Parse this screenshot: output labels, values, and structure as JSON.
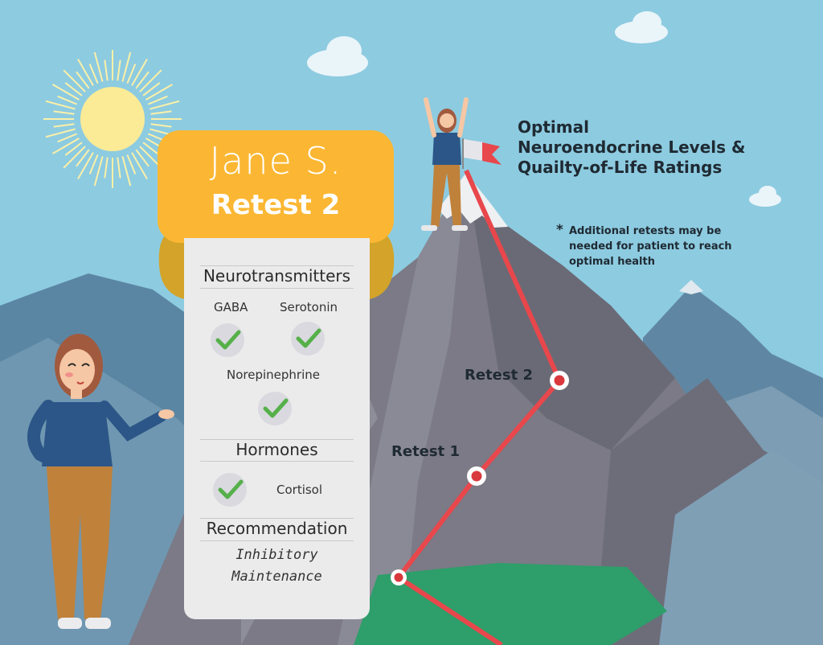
{
  "goal": {
    "title_lines": [
      "Optimal",
      "Neuroendocrine Levels &",
      "Quailty-of-Life Ratings"
    ],
    "note_star": "*",
    "note_lines": [
      "Additional retests may be",
      "needed for patient to reach",
      "optimal health"
    ]
  },
  "path": {
    "retest1_label": "Retest 1",
    "retest2_label": "Retest 2",
    "line_color": "#e8474c"
  },
  "banner": {
    "name": "Jane S.",
    "subtitle": "Retest 2",
    "color": "#fbb733"
  },
  "card": {
    "neurotransmitters": {
      "title": "Neurotransmitters",
      "items": [
        "GABA",
        "Serotonin",
        "Norepinephrine"
      ]
    },
    "hormones": {
      "title": "Hormones",
      "items": [
        "Cortisol"
      ]
    },
    "recommendation": {
      "title": "Recommendation",
      "lines": [
        "Inhibitory",
        "Maintenance"
      ]
    },
    "check_color": "#56b04a"
  }
}
